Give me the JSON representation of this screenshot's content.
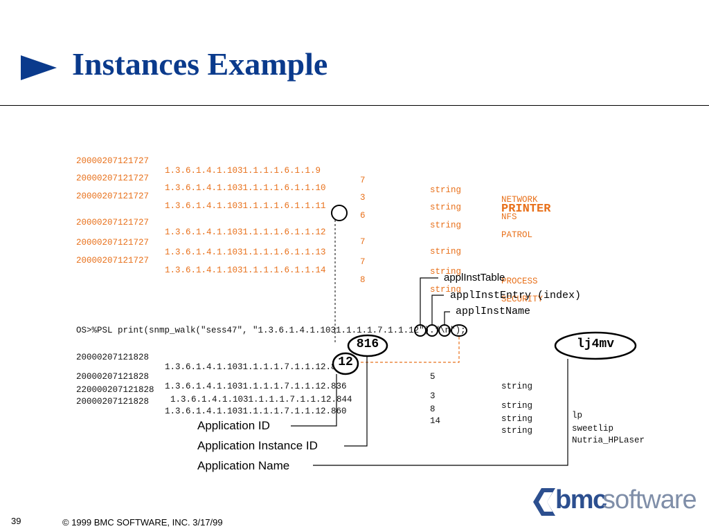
{
  "title": "Instances Example",
  "table1": [
    {
      "time": "20000207121727",
      "oid": "1.3.6.1.4.1.1031.1.1.1.6.1.1.9",
      "val": "7",
      "type": "string",
      "name": "NETWORK"
    },
    {
      "time": "20000207121727",
      "oid": "1.3.6.1.4.1.1031.1.1.1.6.1.1.10",
      "val": "3",
      "type": "string",
      "name": "NFS"
    },
    {
      "time": "20000207121727",
      "oid": "1.3.6.1.4.1.1031.1.1.1.6.1.1.11",
      "val": "6",
      "type": "string",
      "name": "PATROL"
    },
    {
      "time": "20000207121727",
      "oid": "1.3.6.1.4.1.1031.1.1.1.6.1.1.12",
      "val": "7",
      "type": "string",
      "name": "PRINTER"
    },
    {
      "time": "20000207121727",
      "oid": "1.3.6.1.4.1.1031.1.1.1.6.1.1.13",
      "val": "7",
      "type": "string",
      "name": "PROCESS"
    },
    {
      "time": "20000207121727",
      "oid": "1.3.6.1.4.1.1031.1.1.1.6.1.1.14",
      "val": "8",
      "type": "string",
      "name": "SECURITY"
    }
  ],
  "labels": {
    "appl_inst_table": "applInstTable",
    "appl_inst_entry": "applInstEntry (index)",
    "appl_inst_name": "applInstName",
    "application_id": "Application ID",
    "application_instance_id": "Application Instance ID",
    "application_name": "Application Name"
  },
  "command": "OS>%PSL print(snmp_walk(\"sess47\", \"1.3.6.1.4.1.1031.1.1.1.7.1.1.12\").\"\\n\");",
  "table2": [
    {
      "time": "20000207121828",
      "oid": "1.3.6.1.4.1.1031.1.1.1.7.1.1.12.816",
      "val": "5",
      "type": "string",
      "name": "lj4mv"
    },
    {
      "time": "20000207121828",
      "oid": "1.3.6.1.4.1.1031.1.1.1.7.1.1.12.836",
      "val": "3",
      "type": "string",
      "name": "lp"
    },
    {
      "time": "220000207121828",
      "oid": "1.3.6.1.4.1.1031.1.1.1.7.1.1.12.844",
      "val": "8",
      "type": "string",
      "name": "sweetlip"
    },
    {
      "time": "20000207121828",
      "oid": "1.3.6.1.4.1.1031.1.1.1.7.1.1.12.860",
      "val": "14",
      "type": "string",
      "name": "Nutria_HPLaser"
    }
  ],
  "callouts": {
    "instance_id": "816",
    "app_id": "12",
    "app_name": "lj4mv"
  },
  "footer": {
    "page": "39",
    "copyright": "© 1999 BMC SOFTWARE, INC. 3/17/99"
  },
  "logo": {
    "bmc": "bmc",
    "software": "software"
  },
  "colors": {
    "title": "#0a3a8c",
    "data_text": "#e8701a"
  }
}
